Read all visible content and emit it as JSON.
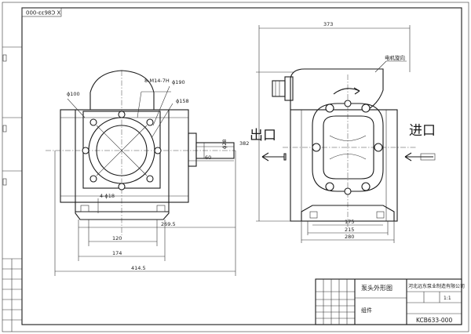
{
  "drawing_number_mirrored": "000-ɛɛ98Ɔ X",
  "front_view": {
    "bolt_spec": "8-M14-7H",
    "phi_190": "ϕ190",
    "phi_100": "ϕ100",
    "phi_158": "ϕ158",
    "phi_28": "ϕ28",
    "dim_60": "60",
    "hole_spec": "4-ϕ18",
    "dim_269_5": "269.5",
    "dim_120": "120",
    "dim_174": "174",
    "dim_414_5": "414.5"
  },
  "side_view": {
    "dim_373": "373",
    "motor_rotation_label": "电机旋向",
    "outlet_label": "出口",
    "inlet_label": "进口",
    "dim_382": "382",
    "dim_175": "175",
    "dim_215": "215",
    "dim_280": "280"
  },
  "title_block": {
    "company": "河北远东泵业制造有限公司",
    "drawing_title": "泵头外形图",
    "drawing_number": "KCB633-000",
    "material_label": "组件",
    "scale": "1:1"
  },
  "colors": {
    "ink": "#1a1a1a",
    "paper": "#ffffff"
  }
}
